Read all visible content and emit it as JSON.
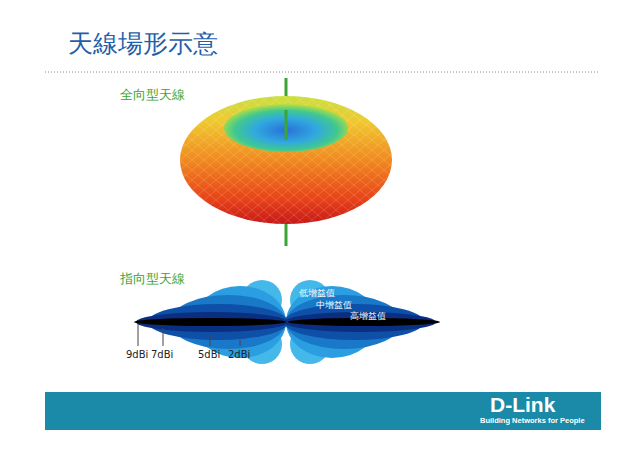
{
  "diagram": {
    "title": "天線場形示意",
    "labels": [
      "全向型天線",
      "指向型天線",
      "9dBi",
      "7dBi",
      "5dBi",
      "2dBi",
      "低增益值",
      "中增益值",
      "高增益值",
      "D-Link",
      "Building Networks for People"
    ]
  }
}
